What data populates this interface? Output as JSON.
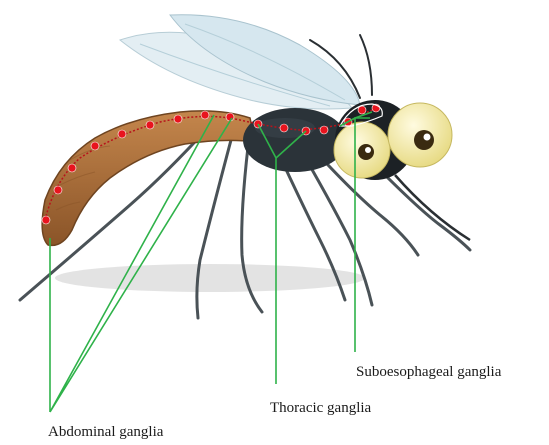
{
  "labels": {
    "suboesophageal": "Suboesophageal ganglia",
    "thoracic": "Thoracic ganglia",
    "abdominal": "Abdominal ganglia"
  },
  "colors": {
    "abdomen": "#a86a36",
    "abdomen_dark": "#6e4420",
    "thorax": "#2b3339",
    "head": "#1c2125",
    "eye_white": "#f4efb0",
    "wing": "#d8eaf2",
    "leg": "#4a5257",
    "ganglion": "#e8141e",
    "leader_line": "#2fb24a",
    "shadow": "#d9d9d9"
  },
  "icons": [
    "mosquito-illustration",
    "ganglion-dot",
    "leader-line"
  ]
}
